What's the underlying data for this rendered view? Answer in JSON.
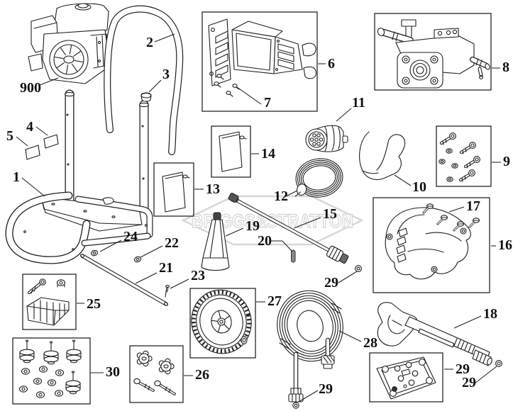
{
  "diagram": {
    "type": "exploded-parts-diagram",
    "product": "pressure washer parts breakdown",
    "watermark": {
      "text": "BRIGGS&STRATTON"
    },
    "colors": {
      "background": "#ffffff",
      "line": "#1f1f1f",
      "label": "#111111",
      "watermark": "#d7d7d7"
    },
    "callouts": [
      {
        "ref": "900",
        "part": "engine"
      },
      {
        "ref": "2",
        "part": "handle"
      },
      {
        "ref": "3",
        "part": "handle-grip-cap"
      },
      {
        "ref": "4",
        "part": "decal-a"
      },
      {
        "ref": "5",
        "part": "decal-b"
      },
      {
        "ref": "1",
        "part": "frame"
      },
      {
        "ref": "6",
        "part": "control-panel"
      },
      {
        "ref": "7",
        "part": "panel-screws"
      },
      {
        "ref": "8",
        "part": "pump"
      },
      {
        "ref": "9",
        "part": "bolt-kit"
      },
      {
        "ref": "10",
        "part": "hose-hook"
      },
      {
        "ref": "11",
        "part": "nozzle-holder"
      },
      {
        "ref": "12",
        "part": "chemical-tube"
      },
      {
        "ref": "13",
        "part": "side-panel-left"
      },
      {
        "ref": "14",
        "part": "side-panel-right"
      },
      {
        "ref": "15",
        "part": "spray-wand"
      },
      {
        "ref": "16",
        "part": "pump-cover"
      },
      {
        "ref": "17",
        "part": "cover-screws"
      },
      {
        "ref": "18",
        "part": "spray-gun"
      },
      {
        "ref": "19",
        "part": "soap-nozzle"
      },
      {
        "ref": "20",
        "part": "pin"
      },
      {
        "ref": "21",
        "part": "axle"
      },
      {
        "ref": "22",
        "part": "washer-inner"
      },
      {
        "ref": "23",
        "part": "cotter-pin"
      },
      {
        "ref": "24",
        "part": "washer-outer"
      },
      {
        "ref": "25",
        "part": "foot-kit"
      },
      {
        "ref": "26",
        "part": "knob-and-bolt-kit"
      },
      {
        "ref": "27",
        "part": "wheel"
      },
      {
        "ref": "28",
        "part": "high-pressure-hose"
      },
      {
        "ref": "29",
        "part": "o-ring-wand"
      },
      {
        "ref": "29",
        "part": "o-ring-hose"
      },
      {
        "ref": "29",
        "part": "o-ring-kit"
      },
      {
        "ref": "29",
        "part": "o-ring-gun"
      },
      {
        "ref": "30",
        "part": "vibration-mount-kit"
      }
    ]
  }
}
